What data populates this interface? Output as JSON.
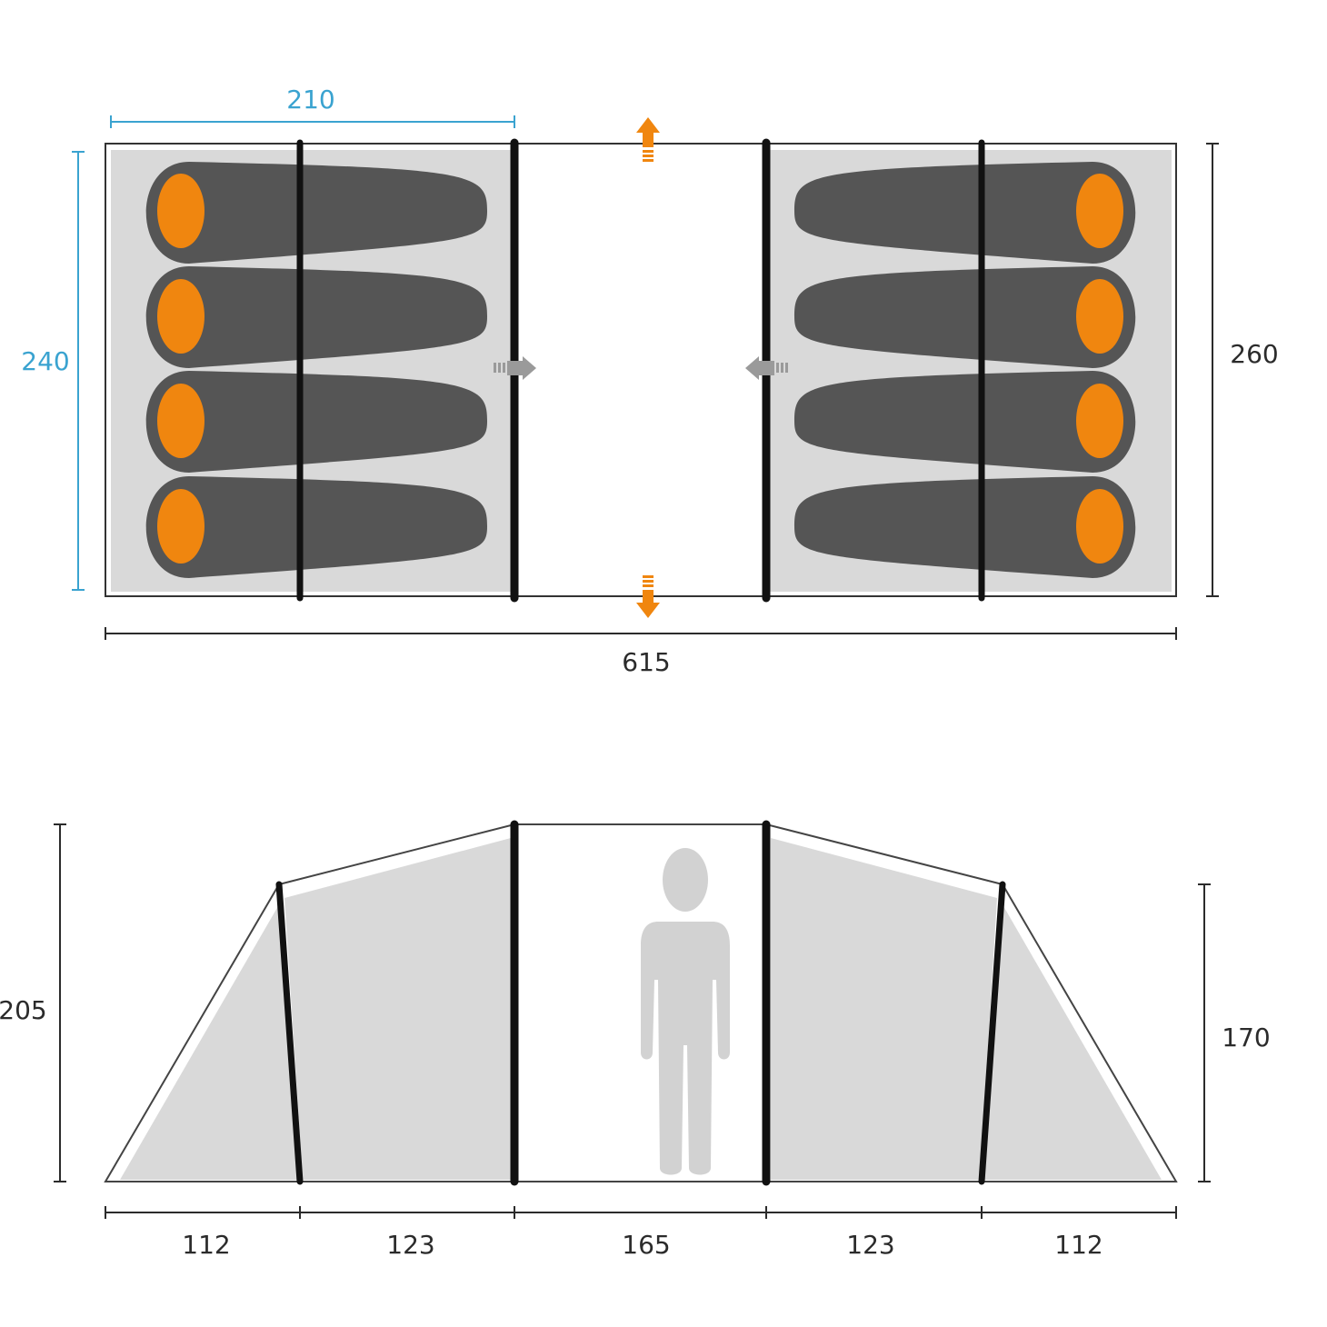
{
  "colors": {
    "accent_blue": "#3aa3d0",
    "dim_black": "#2b2b2b",
    "bag_fill": "#555555",
    "bag_head": "#f0860f",
    "floor_grey": "#d9d9d9",
    "pole": "#111111",
    "person": "#d2d2d2"
  },
  "floor_plan": {
    "dimensions": {
      "compartment_width": "210",
      "compartment_depth": "240",
      "total_depth": "260",
      "total_length": "615"
    },
    "compartments": 2,
    "sleeping_bags_per_compartment": 4,
    "door_arrow_icons": [
      "arrow-up-icon",
      "arrow-down-icon"
    ],
    "inner_door_arrow_icons": [
      "arrow-right-icon",
      "arrow-left-icon"
    ]
  },
  "side_view": {
    "heights": {
      "center": "205",
      "ends": "170"
    },
    "segments": [
      "112",
      "123",
      "165",
      "123",
      "112"
    ],
    "person_icon": "person-icon"
  }
}
